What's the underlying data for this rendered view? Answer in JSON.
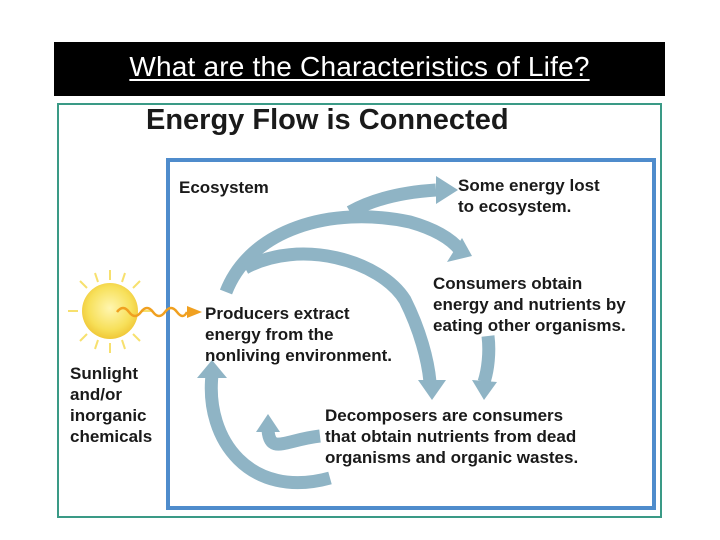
{
  "slide": {
    "title": "What are the Characteristics of Life?"
  },
  "figure": {
    "title": "Energy Flow is Connected",
    "ecosystem_label": "Ecosystem",
    "energy_lost": "Some energy lost\nto ecosystem.",
    "consumers": "Consumers obtain\nenergy and nutrients by\neating other organisms.",
    "producers": "Producers extract\nenergy from the\nnonliving environment.",
    "sunlight": "Sunlight\nand/or\ninorganic\nchemicals",
    "decomposers": "Decomposers are consumers\nthat obtain nutrients from dead\norganisms and organic wastes."
  },
  "colors": {
    "arrow": "#8fb4c5",
    "ecosystem_border": "#4f8ccc",
    "frame_border": "#3a9a86",
    "sun": "#f7e05a",
    "wave": "#f0a020"
  },
  "icons": {
    "sun": "sun-icon",
    "energy_wave": "wavy-arrow-icon"
  }
}
